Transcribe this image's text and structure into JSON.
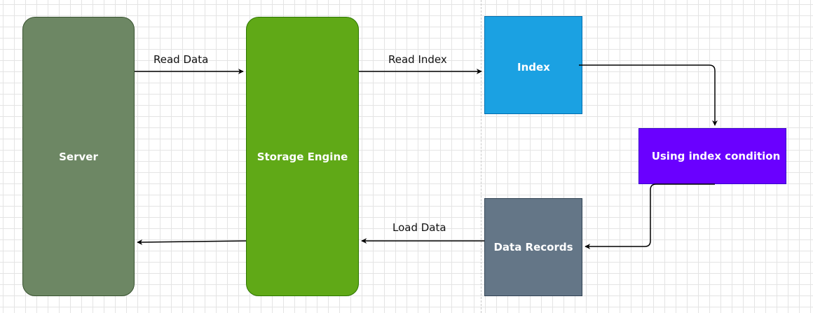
{
  "nodes": {
    "server": {
      "label": "Server",
      "color": "#6d8764",
      "border": "#3a5431"
    },
    "storage": {
      "label": "Storage Engine",
      "color": "#60a917",
      "border": "#2d7600"
    },
    "index": {
      "label": "Index",
      "color": "#1ba1e2",
      "border": "#006eaf"
    },
    "using": {
      "label": "Using index condition",
      "color": "#6a00ff",
      "border": "#3700cc"
    },
    "records": {
      "label": "Data Records",
      "color": "#647687",
      "border": "#314354"
    }
  },
  "edges": {
    "read_data": {
      "label": "Read Data",
      "from": "server",
      "to": "storage"
    },
    "read_index": {
      "label": "Read Index",
      "from": "storage",
      "to": "index"
    },
    "index_to_condition": {
      "from": "index",
      "to": "using"
    },
    "condition_to_records": {
      "from": "using",
      "to": "records"
    },
    "load_data": {
      "label": "Load Data",
      "from": "records",
      "to": "storage"
    },
    "return_to_server": {
      "from": "storage",
      "to": "server"
    }
  }
}
